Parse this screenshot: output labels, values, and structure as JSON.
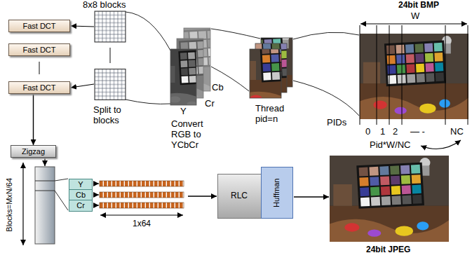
{
  "diagram": {
    "nodes": [
      {
        "text": [
          "Fast DCT"
        ]
      },
      {
        "text": [
          "Fast DCT"
        ]
      },
      {
        "text": [
          "Fast DCT"
        ]
      },
      {
        "text": [
          "Zigzag"
        ]
      },
      {
        "text": [
          "Y"
        ]
      },
      {
        "text": [
          "Cb"
        ]
      },
      {
        "text": [
          "Cr"
        ]
      },
      {
        "text": [
          "RLC"
        ]
      },
      {
        "text": [
          "Huffman"
        ]
      }
    ],
    "edges": [
      {
        "from": 2,
        "to": 3,
        "arrow": "to"
      }
    ],
    "labels": [
      "24bit BMP",
      "8x8 blocks",
      "W",
      "Cb",
      "Cr",
      "Y",
      "Split to blocks",
      "Convert RGB to YCbCr",
      "Thread pid=n",
      "PIDs",
      "0",
      "1",
      "2",
      "— -",
      "NC",
      "Pid*W/NC",
      "Blocks=MxN/64",
      "1x64",
      "24bit JPEG"
    ]
  }
}
